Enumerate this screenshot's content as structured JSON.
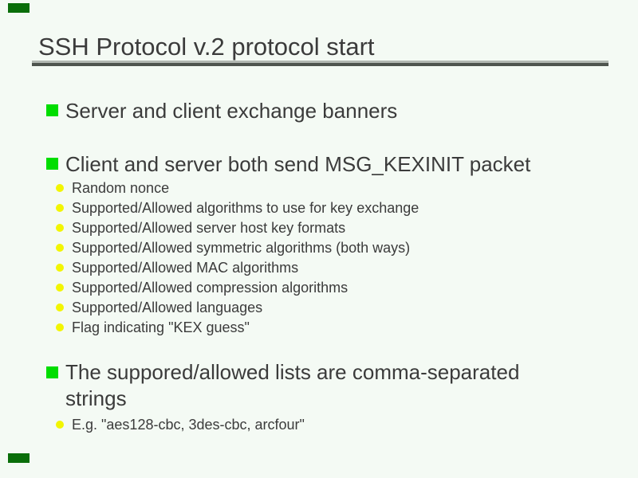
{
  "slide": {
    "title": "SSH Protocol v.2 protocol start",
    "bullets": [
      {
        "text": "Server and client exchange banners",
        "sub_items": []
      },
      {
        "text": "Client and server both send MSG_KEXINIT packet",
        "sub_items": [
          "Random nonce",
          "Supported/Allowed algorithms to use for key exchange",
          "Supported/Allowed server host key formats",
          "Supported/Allowed symmetric algorithms (both ways)",
          "Supported/Allowed MAC algorithms",
          "Supported/Allowed compression algorithms",
          "Supported/Allowed languages",
          "Flag indicating \"KEX guess\""
        ]
      },
      {
        "text": "The suppored/allowed lists are comma-separated strings",
        "sub_items": [
          "E.g. \"aes128-cbc, 3des-cbc, arcfour\""
        ]
      }
    ],
    "colors": {
      "background": "#f4faf4",
      "text": "#3b3b3b",
      "level1_bullet_green": "#00dd00",
      "level2_bullet_yellow": "#f2f500",
      "corner_marker_green": "#0a6e0a",
      "rule_dark_gray": "#4e544e",
      "rule_light_gray": "#b2b8b2"
    }
  }
}
